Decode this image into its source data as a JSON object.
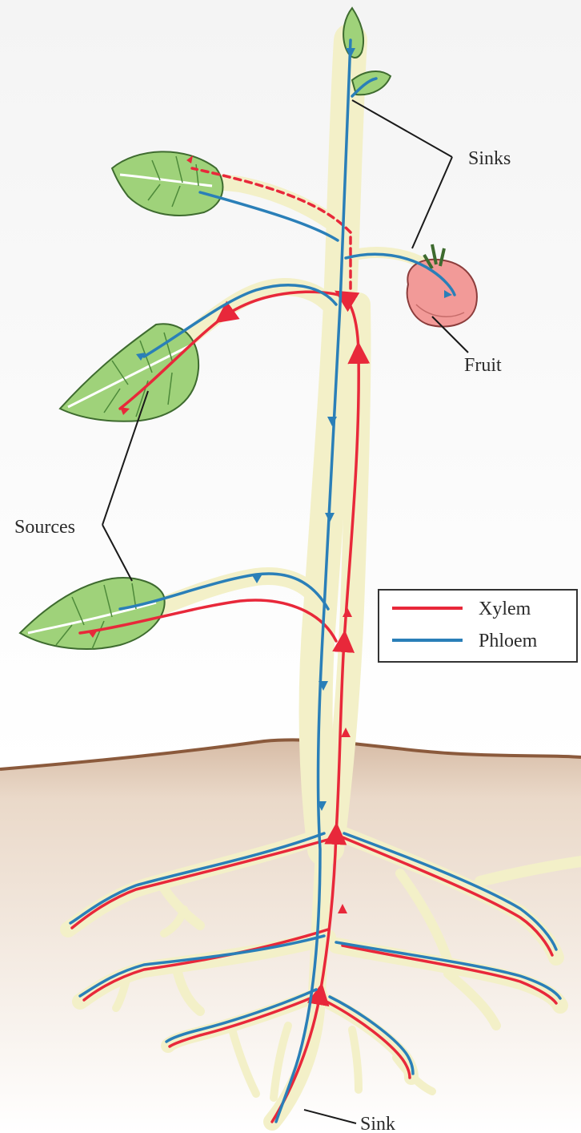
{
  "labels": {
    "sinks": "Sinks",
    "fruit": "Fruit",
    "sources": "Sources",
    "sink": "Sink"
  },
  "legend": {
    "xylem": "Xylem",
    "phloem": "Phloem"
  },
  "colors": {
    "xylem": "#e8283a",
    "phloem": "#2a7fb8",
    "stem": "#f3f0c8",
    "leaf": "#9fd27a",
    "fruit": "#f29a98",
    "soil": "#ecd9c8"
  }
}
